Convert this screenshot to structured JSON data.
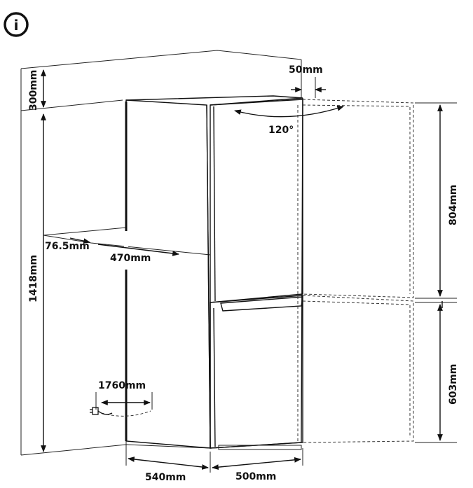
{
  "info_icon": {
    "symbol": "i",
    "icon": "info-icon"
  },
  "dimensions": {
    "ceiling_clearance": "300mm",
    "side_gap": "50mm",
    "door_angle": "120°",
    "door_upper": "804mm",
    "door_lower": "603mm",
    "height": "1418mm",
    "rear_offset": "76.5mm",
    "shelf_depth": "470mm",
    "cable_length": "1760mm",
    "depth": "540mm",
    "width": "500mm"
  },
  "colors": {
    "line": "#111111",
    "background": "#ffffff"
  }
}
